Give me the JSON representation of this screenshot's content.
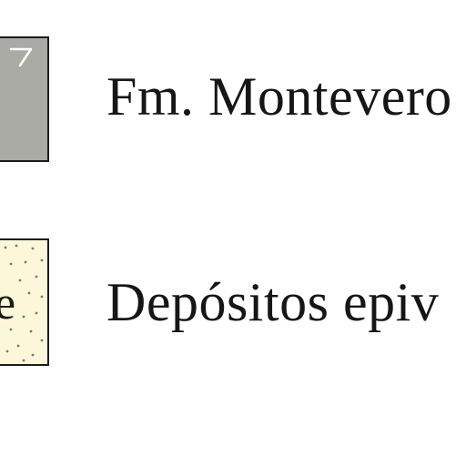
{
  "legend": {
    "items": [
      {
        "label": "Fm. Montevero",
        "swatch_color": "#a9aba4",
        "swatch_symbol": "tick-mark"
      },
      {
        "label": "Depósitos epiv",
        "swatch_color": "#fbf7d8",
        "swatch_letter": "e",
        "swatch_pattern": "stipple-dots"
      }
    ]
  }
}
